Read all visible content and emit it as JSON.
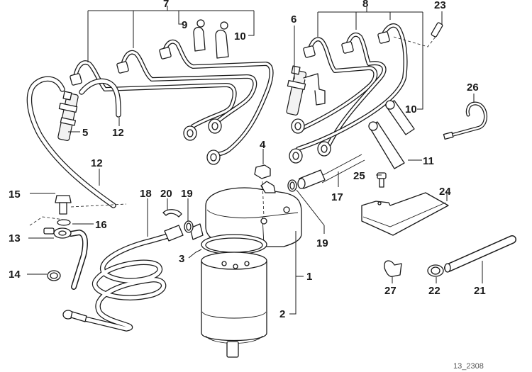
{
  "diagram": {
    "title": "Fuel filter and injection lines parts diagram",
    "reference_number": "13_2308",
    "colors": {
      "line": "#1a1a1a",
      "background": "#ffffff",
      "reference_text": "#555555"
    }
  },
  "callouts": [
    {
      "id": "c1",
      "label": "1",
      "part": "fuel-filter-assembly"
    },
    {
      "id": "c2",
      "label": "2",
      "part": "fuel-filter-cartridge"
    },
    {
      "id": "c3",
      "label": "3",
      "part": "filter-sealing-ring"
    },
    {
      "id": "c4",
      "label": "4",
      "part": "hex-nut"
    },
    {
      "id": "c5",
      "label": "5",
      "part": "injector-left"
    },
    {
      "id": "c6",
      "label": "6",
      "part": "injector-right"
    },
    {
      "id": "c7",
      "label": "7",
      "part": "injection-line-set-left"
    },
    {
      "id": "c8",
      "label": "8",
      "part": "injection-line-set-right"
    },
    {
      "id": "c9",
      "label": "9",
      "part": "line-clip-small"
    },
    {
      "id": "c10a",
      "label": "10",
      "part": "line-clip-large-left"
    },
    {
      "id": "c10b",
      "label": "10",
      "part": "line-clip-large-right"
    },
    {
      "id": "c11",
      "label": "11",
      "part": "line-holder"
    },
    {
      "id": "c12a",
      "label": "12",
      "part": "leak-off-hose-short"
    },
    {
      "id": "c12b",
      "label": "12",
      "part": "leak-off-hose-long"
    },
    {
      "id": "c13",
      "label": "13",
      "part": "banjo-fitting-pipe"
    },
    {
      "id": "c14",
      "label": "14",
      "part": "hose-clamp"
    },
    {
      "id": "c15",
      "label": "15",
      "part": "banjo-bolt"
    },
    {
      "id": "c16",
      "label": "16",
      "part": "sealing-washer"
    },
    {
      "id": "c17",
      "label": "17",
      "part": "fuel-feed-line"
    },
    {
      "id": "c18",
      "label": "18",
      "part": "coiled-fuel-line"
    },
    {
      "id": "c19a",
      "label": "19",
      "part": "o-ring-left"
    },
    {
      "id": "c19b",
      "label": "19",
      "part": "o-ring-right"
    },
    {
      "id": "c20",
      "label": "20",
      "part": "retaining-clip"
    },
    {
      "id": "c21",
      "label": "21",
      "part": "fuel-hose"
    },
    {
      "id": "c22",
      "label": "22",
      "part": "hose-clamp-small"
    },
    {
      "id": "c23",
      "label": "23",
      "part": "sleeve"
    },
    {
      "id": "c24",
      "label": "24",
      "part": "mounting-bracket"
    },
    {
      "id": "c25",
      "label": "25",
      "part": "hex-bolt"
    },
    {
      "id": "c26",
      "label": "26",
      "part": "hose-hook"
    },
    {
      "id": "c27",
      "label": "27",
      "part": "cable-clip"
    }
  ]
}
